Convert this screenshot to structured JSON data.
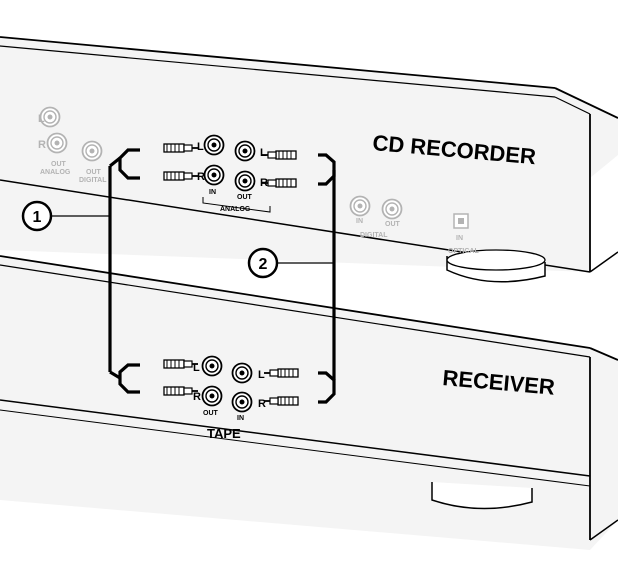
{
  "devices": {
    "top": {
      "name": "CD RECORDER",
      "rear_left_jacks": {
        "l": "L",
        "r": "R",
        "out_analog": [
          "OUT",
          "ANALOG"
        ],
        "out_digital": [
          "OUT",
          "DIGITAL"
        ]
      },
      "analog_panel": {
        "left_in_l": "L",
        "left_in_r": "R",
        "out_l": "L",
        "out_r": "R",
        "in_label": "IN",
        "out_label": "OUT",
        "group_label": "ANALOG"
      },
      "digital_panel": {
        "in_label": "IN",
        "out_label": "OUT",
        "group_label": "DIGITAL",
        "optical_in": "IN",
        "optical_label": "OPTICAL"
      }
    },
    "bottom": {
      "name": "RECEIVER",
      "tape_panel": {
        "l_left": "L",
        "r_left": "R",
        "l_right": "L",
        "r_right": "R",
        "out_label": "OUT",
        "in_label": "IN",
        "group_label": "TAPE"
      }
    }
  },
  "callouts": {
    "cable_1": "1",
    "cable_2": "2"
  },
  "colors": {
    "line": "#000000",
    "faint": "#b3b3b3",
    "panel": "#f2f2f2"
  }
}
